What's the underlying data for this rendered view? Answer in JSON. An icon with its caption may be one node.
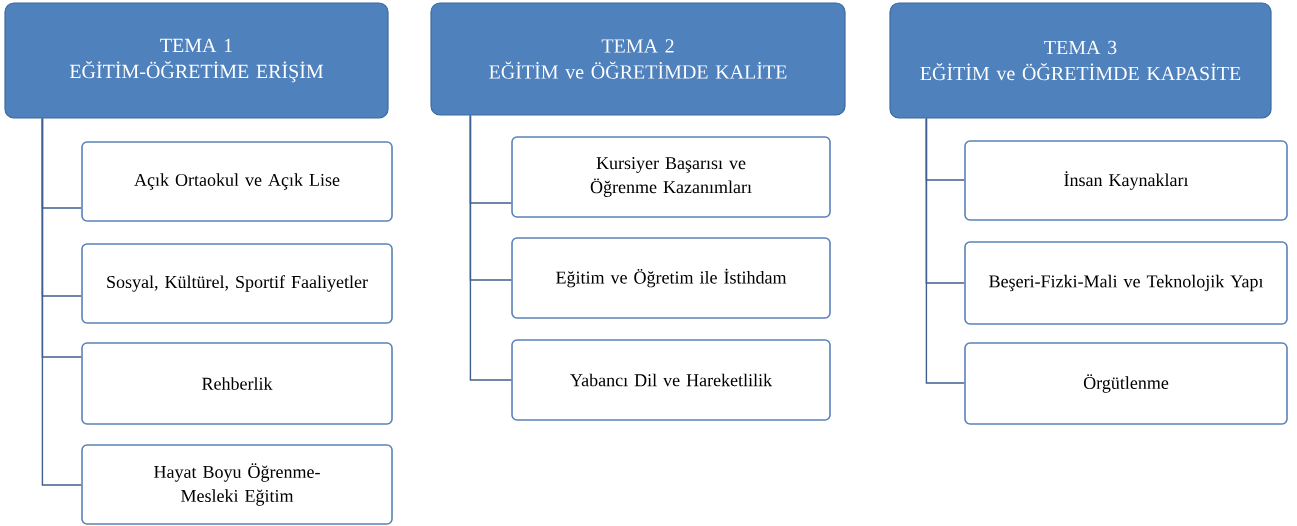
{
  "diagram": {
    "nodes": [
      {
        "text": [
          "TEMA 1",
          "EĞİTİM-ÖĞRETİME ERİŞİM"
        ]
      },
      {
        "text": [
          "Açık Ortaokul ve Açık Lise"
        ]
      },
      {
        "text": [
          "Sosyal, Kültürel, Sportif Faaliyetler"
        ]
      },
      {
        "text": [
          "Rehberlik"
        ]
      },
      {
        "text": [
          "Hayat Boyu Öğrenme-Mesleki Eğitim"
        ]
      },
      {
        "text": [
          "TEMA 2",
          "EĞİTİM ve ÖĞRETİMDE KALİTE"
        ]
      },
      {
        "text": [
          "Kursiyer Başarısı ve Öğrenme Kazanımları"
        ]
      },
      {
        "text": [
          "Eğitim ve Öğretim ile İstihdam"
        ]
      },
      {
        "text": [
          "Yabancı Dil ve Hareketlilik"
        ]
      },
      {
        "text": [
          "TEMA 3",
          "EĞİTİM ve ÖĞRETİMDE KAPASİTE"
        ]
      },
      {
        "text": [
          "İnsan Kaynakları"
        ]
      },
      {
        "text": [
          "Beşeri-Fizki-Mali ve Teknolojik Yapı"
        ]
      },
      {
        "text": [
          "Örgütlenme"
        ]
      }
    ],
    "edges": [
      {
        "from": 0,
        "to": 1,
        "arrow": "none"
      },
      {
        "from": 0,
        "to": 2,
        "arrow": "none"
      },
      {
        "from": 0,
        "to": 3,
        "arrow": "none"
      },
      {
        "from": 0,
        "to": 4,
        "arrow": "none"
      },
      {
        "from": 5,
        "to": 6,
        "arrow": "none"
      },
      {
        "from": 5,
        "to": 7,
        "arrow": "none"
      },
      {
        "from": 5,
        "to": 8,
        "arrow": "none"
      },
      {
        "from": 9,
        "to": 10,
        "arrow": "none"
      },
      {
        "from": 9,
        "to": 11,
        "arrow": "none"
      },
      {
        "from": 9,
        "to": 12,
        "arrow": "none"
      }
    ]
  }
}
